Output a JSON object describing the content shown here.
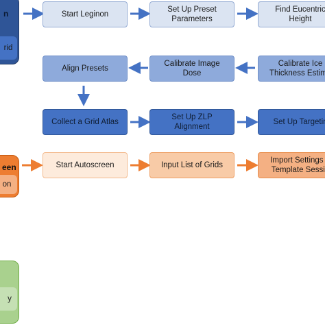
{
  "colors": {
    "blue_arrow": "#4472c4",
    "orange_arrow": "#ed7d31",
    "green_panel": "#a9d18e",
    "green_panel_inner": "#c5e0b4"
  },
  "panels": {
    "blue": {
      "title": "n",
      "inner": "rid"
    },
    "orange": {
      "title": "een",
      "inner": "on"
    },
    "green": {
      "inner": "y"
    }
  },
  "row1": {
    "start": "Start Leginon",
    "preset": {
      "line1": "Set Up Preset",
      "line2": "Parameters"
    },
    "eucentric": {
      "line1": "Find Eucentric",
      "line2": "Height"
    }
  },
  "row2": {
    "align": "Align Presets",
    "dose": {
      "line1": "Calibrate Image",
      "line2": "Dose"
    },
    "ice": {
      "line1": "Calibrate Ice",
      "line2": "Thickness Estima"
    }
  },
  "row3": {
    "atlas": "Collect a Grid Atlas",
    "zlp": {
      "line1": "Set Up ZLP",
      "line2": "Alignment"
    },
    "targeting": "Set Up Targetin"
  },
  "row4": {
    "autoscreen": "Start Autoscreen",
    "grids": "Input List of Grids",
    "import": {
      "line1": "Import Settings fr",
      "line2": "Template Sessio"
    }
  }
}
